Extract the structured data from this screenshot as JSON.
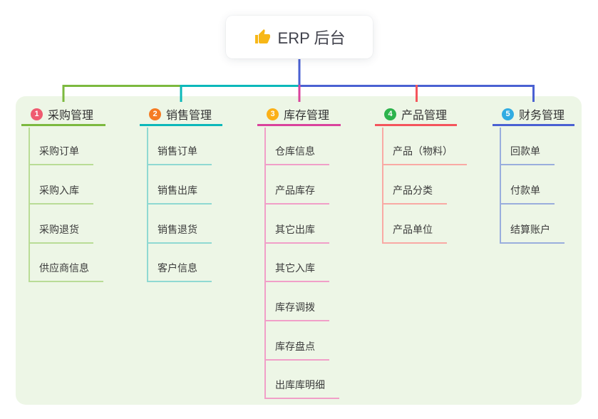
{
  "canvas": {
    "background": "#ffffff",
    "panel_background": "#edf6e6"
  },
  "root": {
    "label": "ERP 后台",
    "icon": "thumbs-up-icon",
    "icon_color": "#f7b718",
    "stem_color": "#4a60d2"
  },
  "branches": [
    {
      "badge": "1",
      "badge_color": "#ef5b70",
      "label": "采购管理",
      "color": "#7cb93f",
      "light_color": "#b9dc96",
      "children": [
        "采购订单",
        "采购入库",
        "采购退货",
        "供应商信息"
      ]
    },
    {
      "badge": "2",
      "badge_color": "#f57b23",
      "label": "销售管理",
      "color": "#0cb8ba",
      "light_color": "#8fd9d2",
      "children": [
        "销售订单",
        "销售出库",
        "销售退货",
        "客户信息"
      ]
    },
    {
      "badge": "3",
      "badge_color": "#fbb018",
      "label": "库存管理",
      "color": "#d9439d",
      "light_color": "#f19fc8",
      "children": [
        "仓库信息",
        "产品库存",
        "其它出库",
        "其它入库",
        "库存调拨",
        "库存盘点",
        "出库库明细"
      ]
    },
    {
      "badge": "4",
      "badge_color": "#2cb34c",
      "label": "产品管理",
      "color": "#f4555c",
      "light_color": "#f9a9a4",
      "children": [
        "产品（物料）",
        "产品分类",
        "产品单位"
      ]
    },
    {
      "badge": "5",
      "badge_color": "#31ace2",
      "label": "财务管理",
      "color": "#4a61d2",
      "light_color": "#9aaedd",
      "children": [
        "回款单",
        "付款单",
        "结算账户"
      ]
    }
  ]
}
